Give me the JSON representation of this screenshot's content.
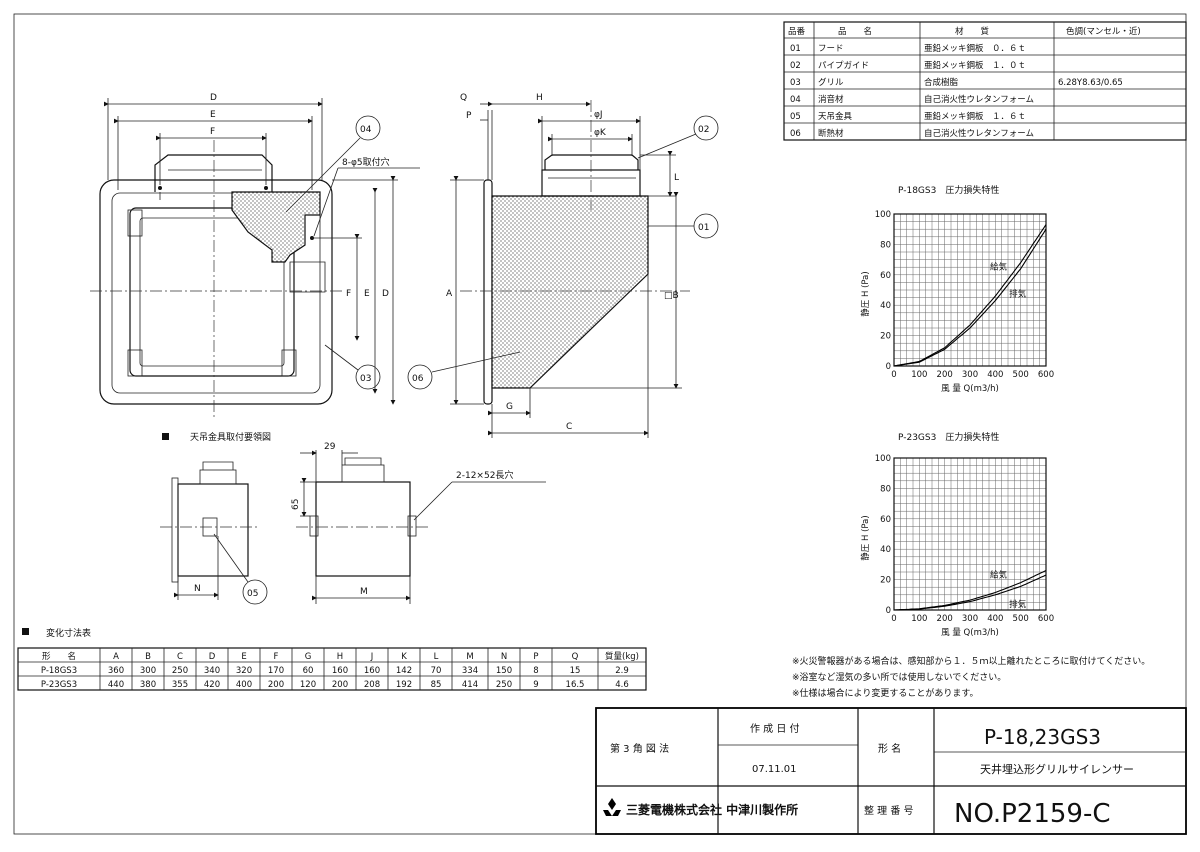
{
  "parts_table": {
    "headers": [
      "品番",
      "品　　名",
      "材　　質",
      "色調(マンセル・近)"
    ],
    "rows": [
      [
        "01",
        "フード",
        "亜鉛メッキ鋼板　０．６ｔ",
        ""
      ],
      [
        "02",
        "パイプガイド",
        "亜鉛メッキ鋼板　１．０ｔ",
        ""
      ],
      [
        "03",
        "グリル",
        "合成樹脂",
        "6.28Y8.63/0.65"
      ],
      [
        "04",
        "消音材",
        "自己消火性ウレタンフォーム",
        ""
      ],
      [
        "05",
        "天吊金具",
        "亜鉛メッキ鋼板　１．６ｔ",
        ""
      ],
      [
        "06",
        "断熱材",
        "自己消火性ウレタンフォーム",
        ""
      ]
    ]
  },
  "front_view": {
    "dims": {
      "D": "D",
      "E": "E",
      "F": "F"
    },
    "hole_note": "8-φ5取付穴",
    "callouts": [
      "04",
      "03"
    ]
  },
  "side_view": {
    "dims": {
      "Q": "Q",
      "P": "P",
      "H": "H",
      "J": "φJ",
      "K": "φK",
      "L": "L",
      "A": "A",
      "B": "□B",
      "G": "G",
      "C": "C"
    },
    "callouts": [
      "02",
      "01",
      "06"
    ]
  },
  "hanger_view": {
    "title": "天吊金具取付要領図",
    "dim_29": "29",
    "dim_65": "65",
    "slot_note": "2-12×52長穴",
    "dim_N": "N",
    "dim_M": "M",
    "callout": "05"
  },
  "dim_table": {
    "title": "変化寸法表",
    "headers": [
      "形　　名",
      "A",
      "B",
      "C",
      "D",
      "E",
      "F",
      "G",
      "H",
      "J",
      "K",
      "L",
      "M",
      "N",
      "P",
      "Q",
      "質量(kg)"
    ],
    "rows": [
      [
        "P-18GS3",
        "360",
        "300",
        "250",
        "340",
        "320",
        "170",
        "60",
        "160",
        "160",
        "142",
        "70",
        "334",
        "150",
        "8",
        "15",
        "2.9"
      ],
      [
        "P-23GS3",
        "440",
        "380",
        "355",
        "420",
        "400",
        "200",
        "120",
        "200",
        "208",
        "192",
        "85",
        "414",
        "250",
        "9",
        "16.5",
        "4.6"
      ]
    ]
  },
  "chart_data": [
    {
      "type": "line",
      "title": "P-18GS3　圧力損失特性",
      "xlabel": "風 量 Q(m3/h)",
      "ylabel": "静圧 H (Pa)",
      "xlim": [
        0,
        600
      ],
      "ylim": [
        0,
        100
      ],
      "xticks": [
        0,
        100,
        200,
        300,
        400,
        500,
        600
      ],
      "yticks": [
        0,
        20,
        40,
        60,
        80,
        100
      ],
      "grid": true,
      "series": [
        {
          "name": "給気",
          "x": [
            0,
            100,
            200,
            300,
            400,
            500,
            600
          ],
          "values": [
            0,
            3,
            12,
            27,
            46,
            68,
            93
          ]
        },
        {
          "name": "排気",
          "x": [
            0,
            100,
            200,
            300,
            400,
            500,
            600
          ],
          "values": [
            0,
            2.5,
            11,
            25,
            43,
            64,
            90
          ]
        }
      ]
    },
    {
      "type": "line",
      "title": "P-23GS3　圧力損失特性",
      "xlabel": "風 量 Q(m3/h)",
      "ylabel": "静圧 H (Pa)",
      "xlim": [
        0,
        600
      ],
      "ylim": [
        0,
        100
      ],
      "xticks": [
        0,
        100,
        200,
        300,
        400,
        500,
        600
      ],
      "yticks": [
        0,
        20,
        40,
        60,
        80,
        100
      ],
      "grid": true,
      "series": [
        {
          "name": "給気",
          "x": [
            0,
            100,
            200,
            300,
            400,
            500,
            600
          ],
          "values": [
            0,
            0.8,
            3,
            6.5,
            11.5,
            18,
            26
          ]
        },
        {
          "name": "排気",
          "x": [
            0,
            100,
            200,
            300,
            400,
            500,
            600
          ],
          "values": [
            0,
            0.6,
            2.5,
            5.5,
            10,
            15.5,
            23
          ]
        }
      ]
    }
  ],
  "notes": [
    "※火災警報器がある場合は、感知部から１．５ｍ以上離れたところに取付けてください。",
    "※浴室など湿気の多い所では使用しないでください。",
    "※仕様は場合により変更することがあります。"
  ],
  "title_block": {
    "projection": "第 3 角 図 法",
    "date_label": "作 成 日 付",
    "date": "07.11.01",
    "model_label": "形 名",
    "model": "P-18,23GS3",
    "product_name": "天井埋込形グリルサイレンサー",
    "company": "三菱電機株式会社 中津川製作所",
    "number_label": "整 理 番 号",
    "number": "NO.P2159-C"
  }
}
